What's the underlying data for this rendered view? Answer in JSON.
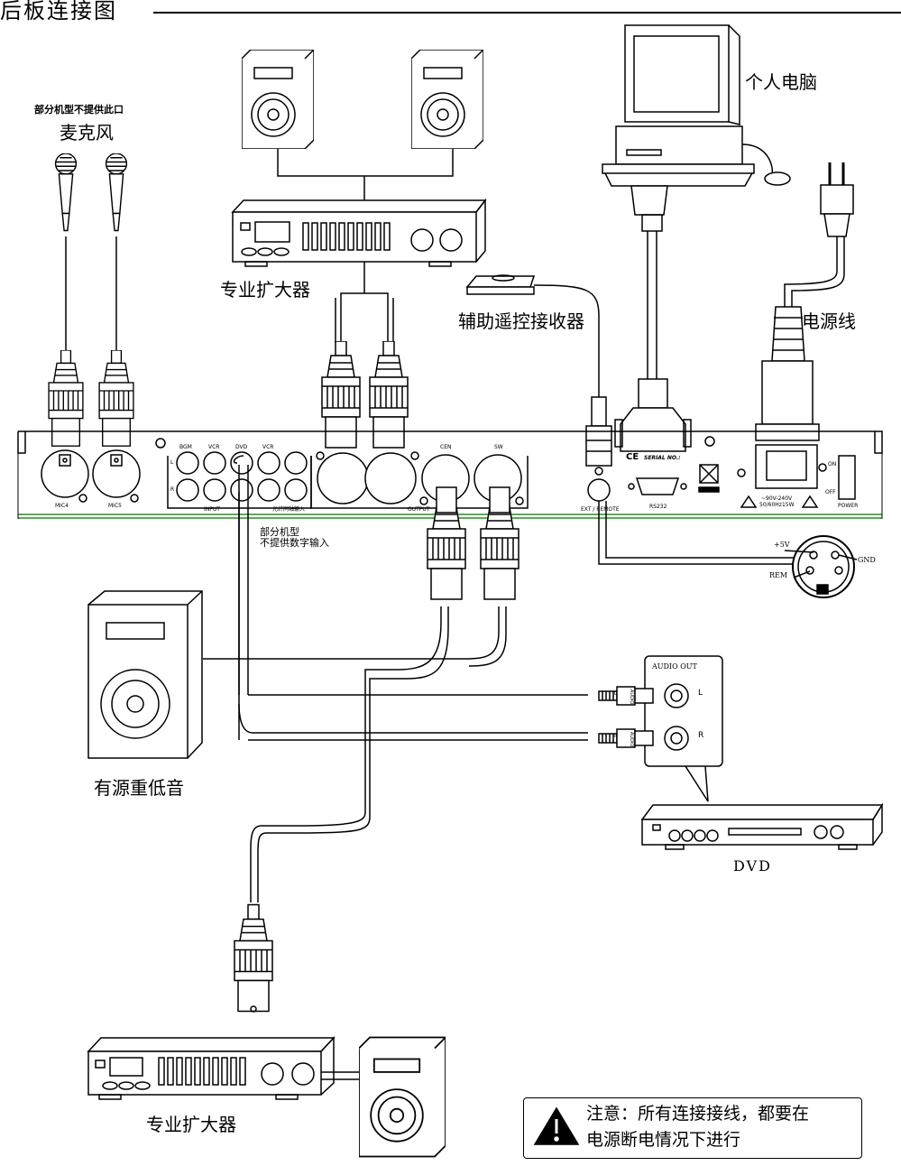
{
  "title": "后板连接图",
  "labels": {
    "pc": "个人电脑",
    "mic_note": "部分机型不提供此口",
    "mic": "麦克风",
    "amp_top": "专业扩大器",
    "remote_receiver": "辅助遥控接收器",
    "power_cord": "电源线",
    "digital_note_1": "部分机型",
    "digital_note_2": "不提供数字输入",
    "subwoofer": "有源重低音",
    "dvd": "DVD",
    "amp_bottom": "专业扩大器"
  },
  "panel": {
    "mic4": "MIC4",
    "mic5": "MIC5",
    "bgm": "BGM",
    "vcr1": "VCR",
    "dvd": "DVD",
    "vcr2": "VCR",
    "l": "L",
    "r": "R",
    "input": "INPUT",
    "optical": "光纤同轴输入",
    "output": "OUTPUT",
    "cen": "CEN",
    "sw": "SW",
    "ce": "CE",
    "serial": "SERIAL NO.:",
    "ext_remote": "EXT / REMOTE",
    "rs232": "RS232",
    "voltage": "~90V-240V",
    "freq": "50/60Hz15W",
    "on": "ON",
    "off": "OFF",
    "power": "POWER"
  },
  "pins": {
    "plus5v": "+5V",
    "gnd": "GND",
    "rem": "REM"
  },
  "dvd_panel": {
    "audio_out": "AUDIO OUT",
    "l": "L",
    "r": "R",
    "plug_l": "L",
    "plug_r": "R",
    "audio1": "AUDIO",
    "audio2": "AUDIO"
  },
  "notice": {
    "line1": "注意：所有连接接线，都要在",
    "line2": "电源断电情况下进行"
  }
}
